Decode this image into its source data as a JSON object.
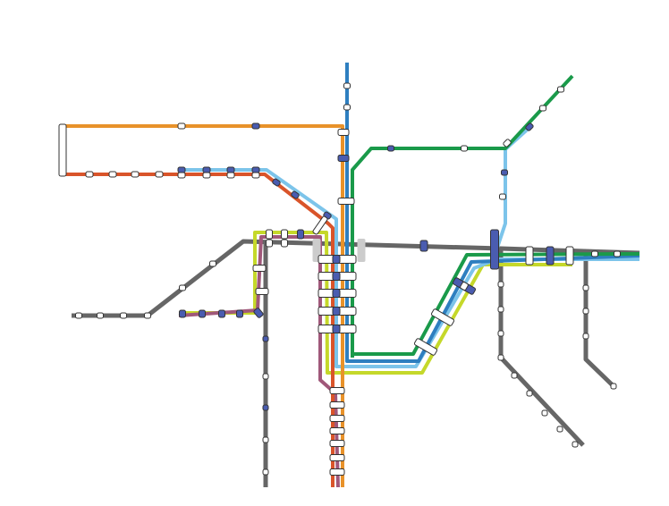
{
  "map": {
    "background": "#ffffff",
    "station_fill": "#ffffff",
    "station_stroke": "#333333",
    "interchange_fill": "#4a5cb0",
    "platform_fill": "#cccccc"
  },
  "lines": [
    {
      "id": "orange",
      "color": "#e8922a"
    },
    {
      "id": "red",
      "color": "#d9542a"
    },
    {
      "id": "light-blue",
      "color": "#7cc4ea"
    },
    {
      "id": "blue",
      "color": "#2e7fc0"
    },
    {
      "id": "green",
      "color": "#1a9a4a"
    },
    {
      "id": "lime",
      "color": "#c5d82a"
    },
    {
      "id": "purple",
      "color": "#a0587a"
    },
    {
      "id": "gray",
      "color": "#666666"
    }
  ]
}
